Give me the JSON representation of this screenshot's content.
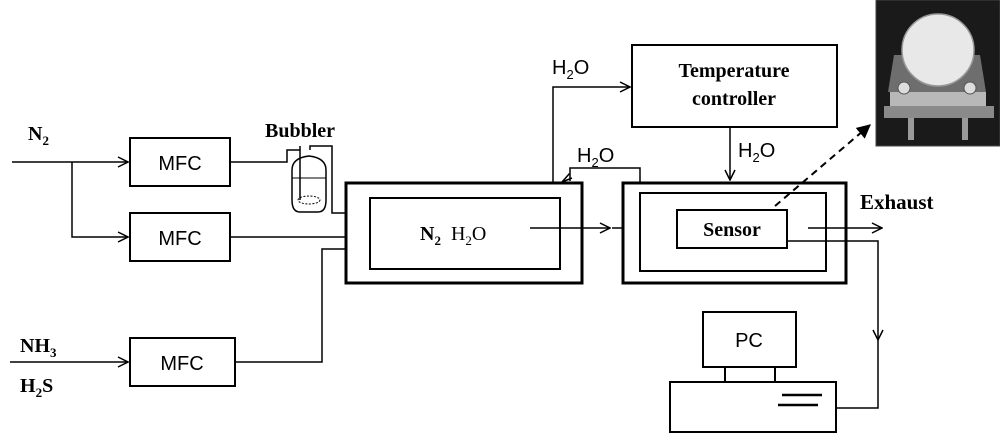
{
  "gases": {
    "n2_symbol": "N",
    "n2_sub": "2",
    "nh3_symbol": "NH",
    "nh3_sub": "3",
    "h2s_symbol_a": "H",
    "h2s_sub": "2",
    "h2s_symbol_b": "S"
  },
  "mfc": {
    "mfc1_label": "MFC",
    "mfc2_label": "MFC",
    "mfc3_label": "MFC"
  },
  "bubbler": {
    "label": "Bubbler"
  },
  "mixing_chamber": {
    "n2_symbol": "N",
    "n2_sub": "2",
    "h2o_a": "H",
    "h2o_sub": "2",
    "h2o_b": "O"
  },
  "temperature_controller": {
    "line1": "Temperature",
    "line2": "controller"
  },
  "water_labels": {
    "top_a": "H",
    "top_sub": "2",
    "top_b": "O",
    "return_a": "H",
    "return_sub": "2",
    "return_b": "O",
    "right_a": "H",
    "right_sub": "2",
    "right_b": "O"
  },
  "sensor": {
    "label": "Sensor"
  },
  "exhaust": {
    "label": "Exhaust"
  },
  "pc": {
    "label": "PC"
  },
  "colors": {
    "line": "#000000",
    "background": "#ffffff",
    "photo_dark": "#1a1a1a",
    "photo_disc": "#e8e8e8"
  }
}
